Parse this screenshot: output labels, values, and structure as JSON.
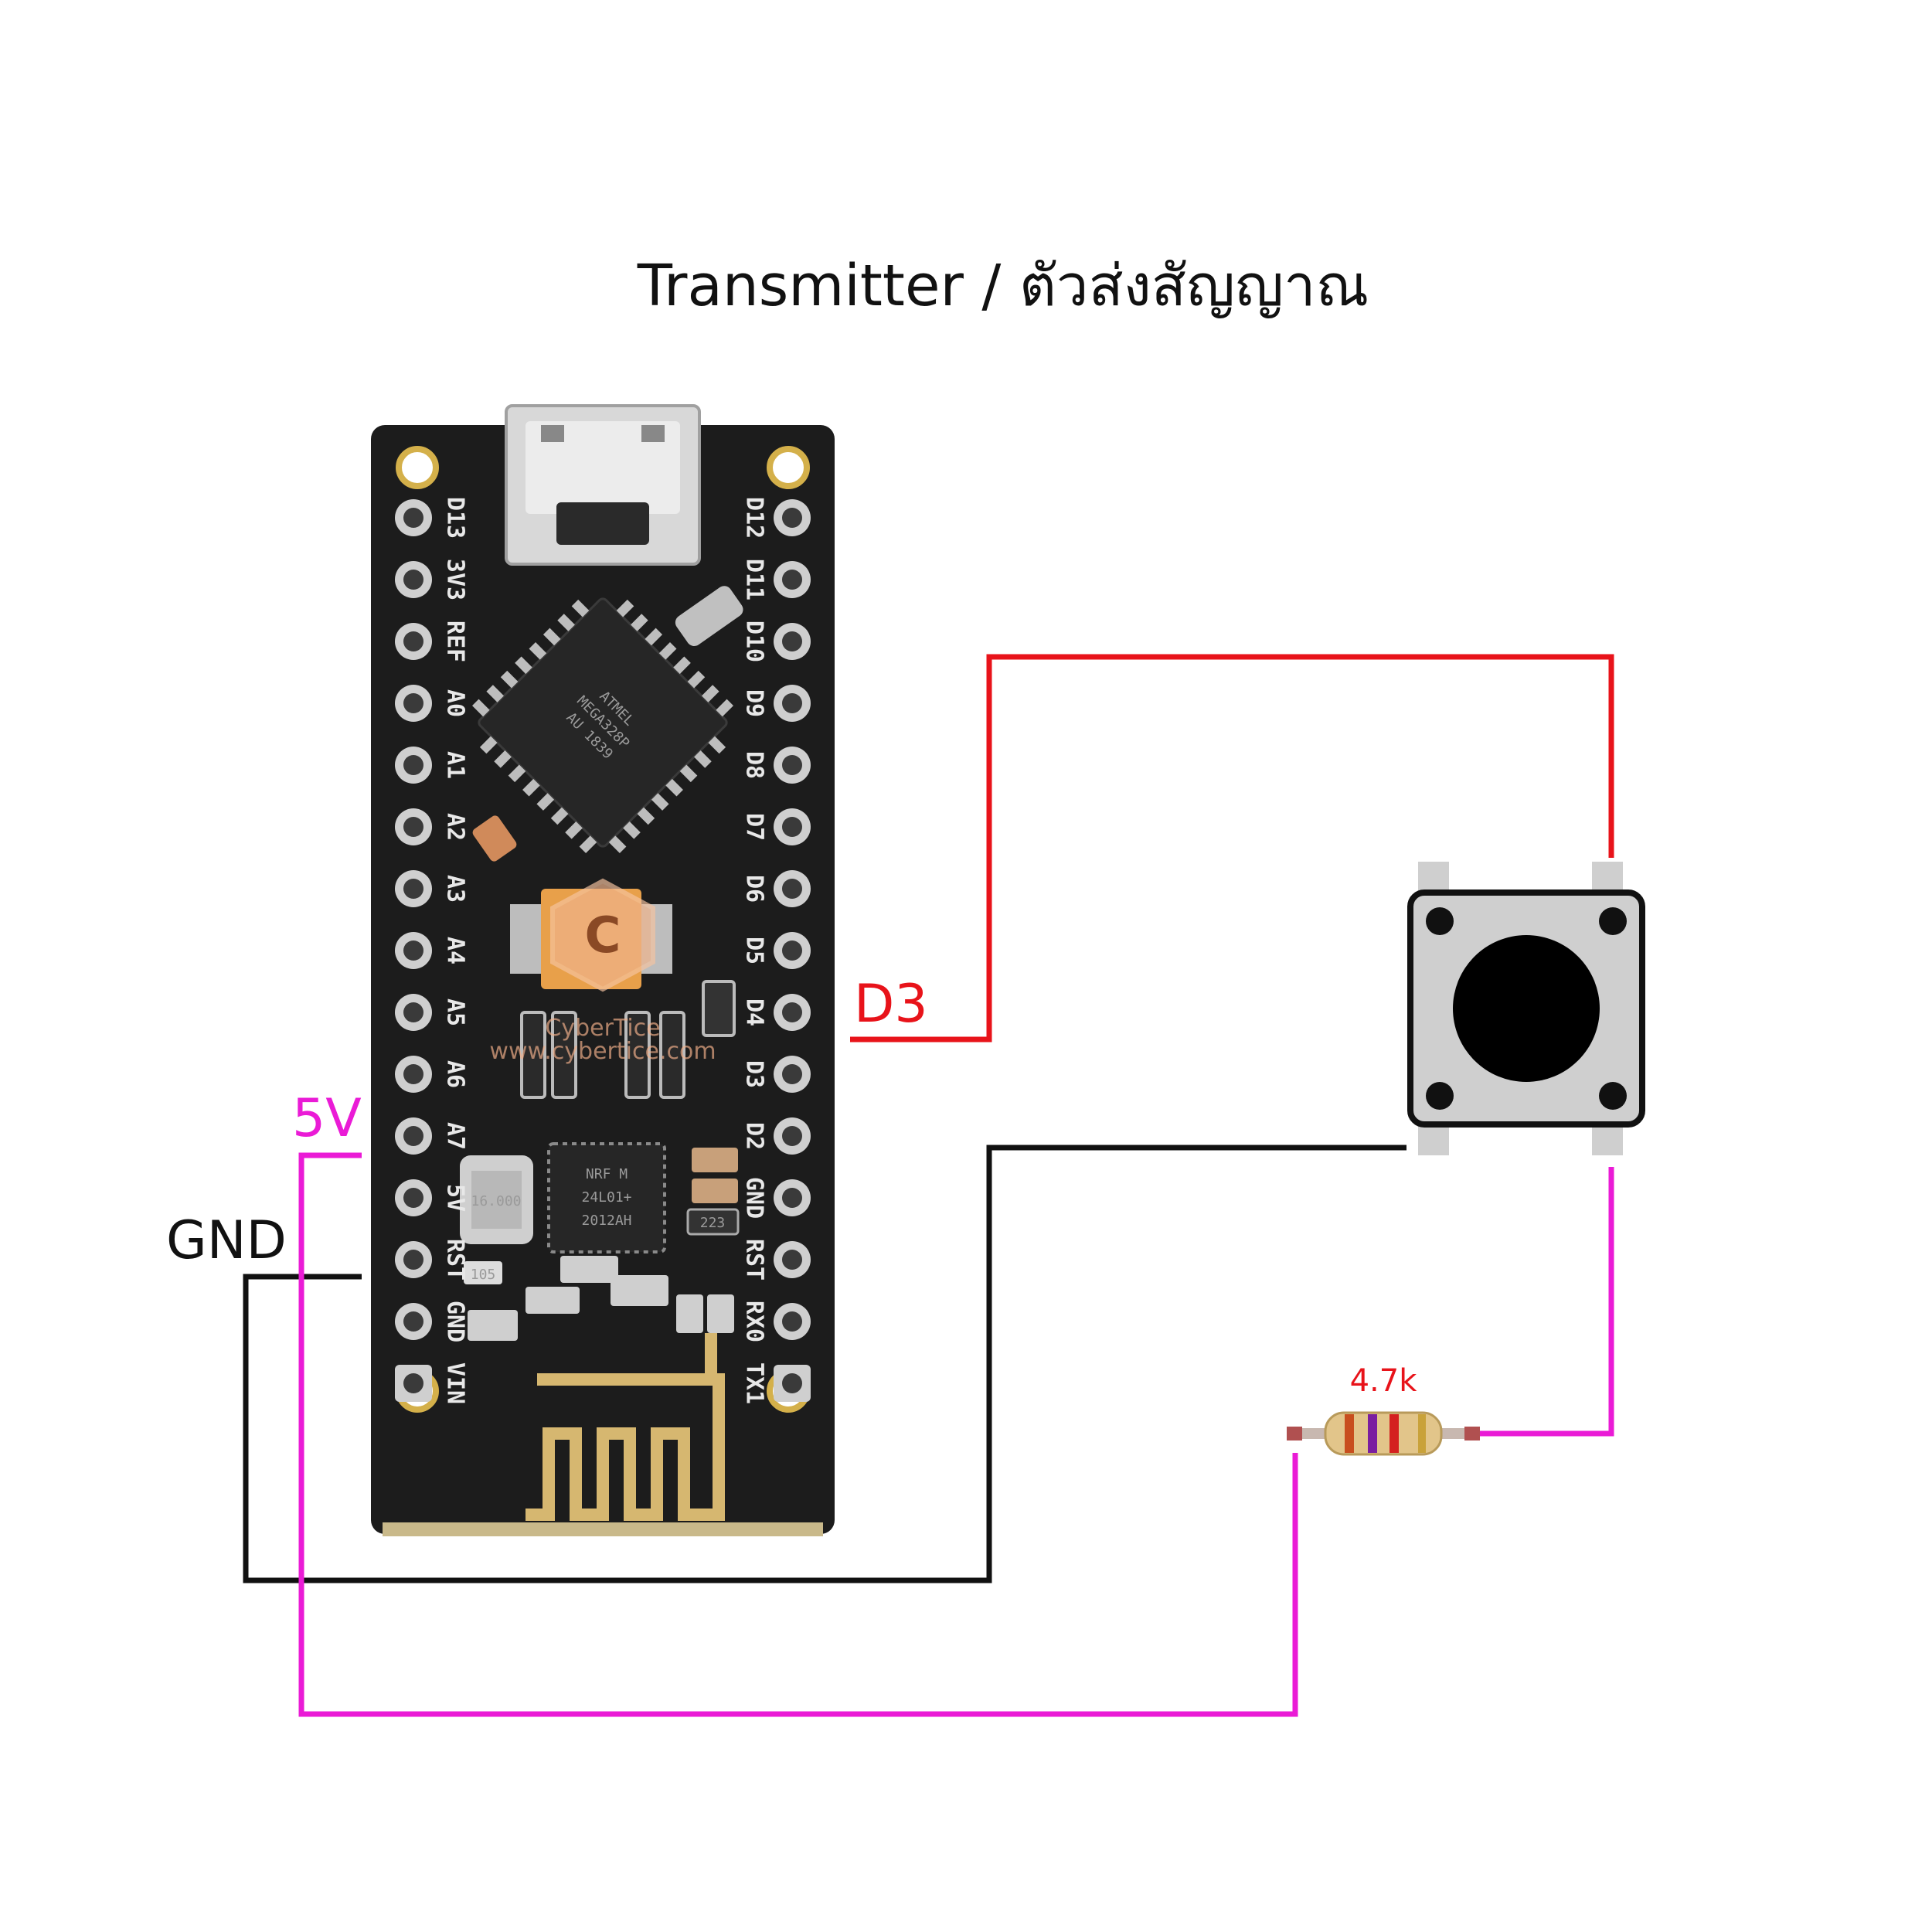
{
  "title": "Transmitter / ตัวส่งสัญญาณ",
  "board": {
    "left_pins": [
      "D13",
      "3V3",
      "REF",
      "A0",
      "A1",
      "A2",
      "A3",
      "A4",
      "A5",
      "A6",
      "A7",
      "5V",
      "RST",
      "GND",
      "VIN"
    ],
    "right_pins": [
      "D12",
      "D11",
      "D10",
      "D9",
      "D8",
      "D7",
      "D6",
      "D5",
      "D4",
      "D3",
      "D2",
      "GND",
      "RST",
      "RX0",
      "TX1"
    ],
    "mcu_text": [
      "ATMEL",
      "MEGA328P",
      "AU 1839"
    ],
    "radio_chip_text": [
      "NRF M",
      "24L01+",
      "2012AH"
    ],
    "crystal_text": "16.000",
    "cap_text": "105",
    "res_chip_text": "223"
  },
  "watermark": {
    "brand": "CyberTice",
    "url": "www.cybertice.com"
  },
  "labels": {
    "d3": "D3",
    "v5": "5V",
    "gnd": "GND",
    "resistor": "4.7k"
  },
  "colors": {
    "d3_wire": "#e8131a",
    "v5_wire": "#ea1bd6",
    "gnd_wire": "#111111",
    "board": "#1c1c1c",
    "antenna": "#d6b770",
    "button_body": "#cfcfcf"
  }
}
